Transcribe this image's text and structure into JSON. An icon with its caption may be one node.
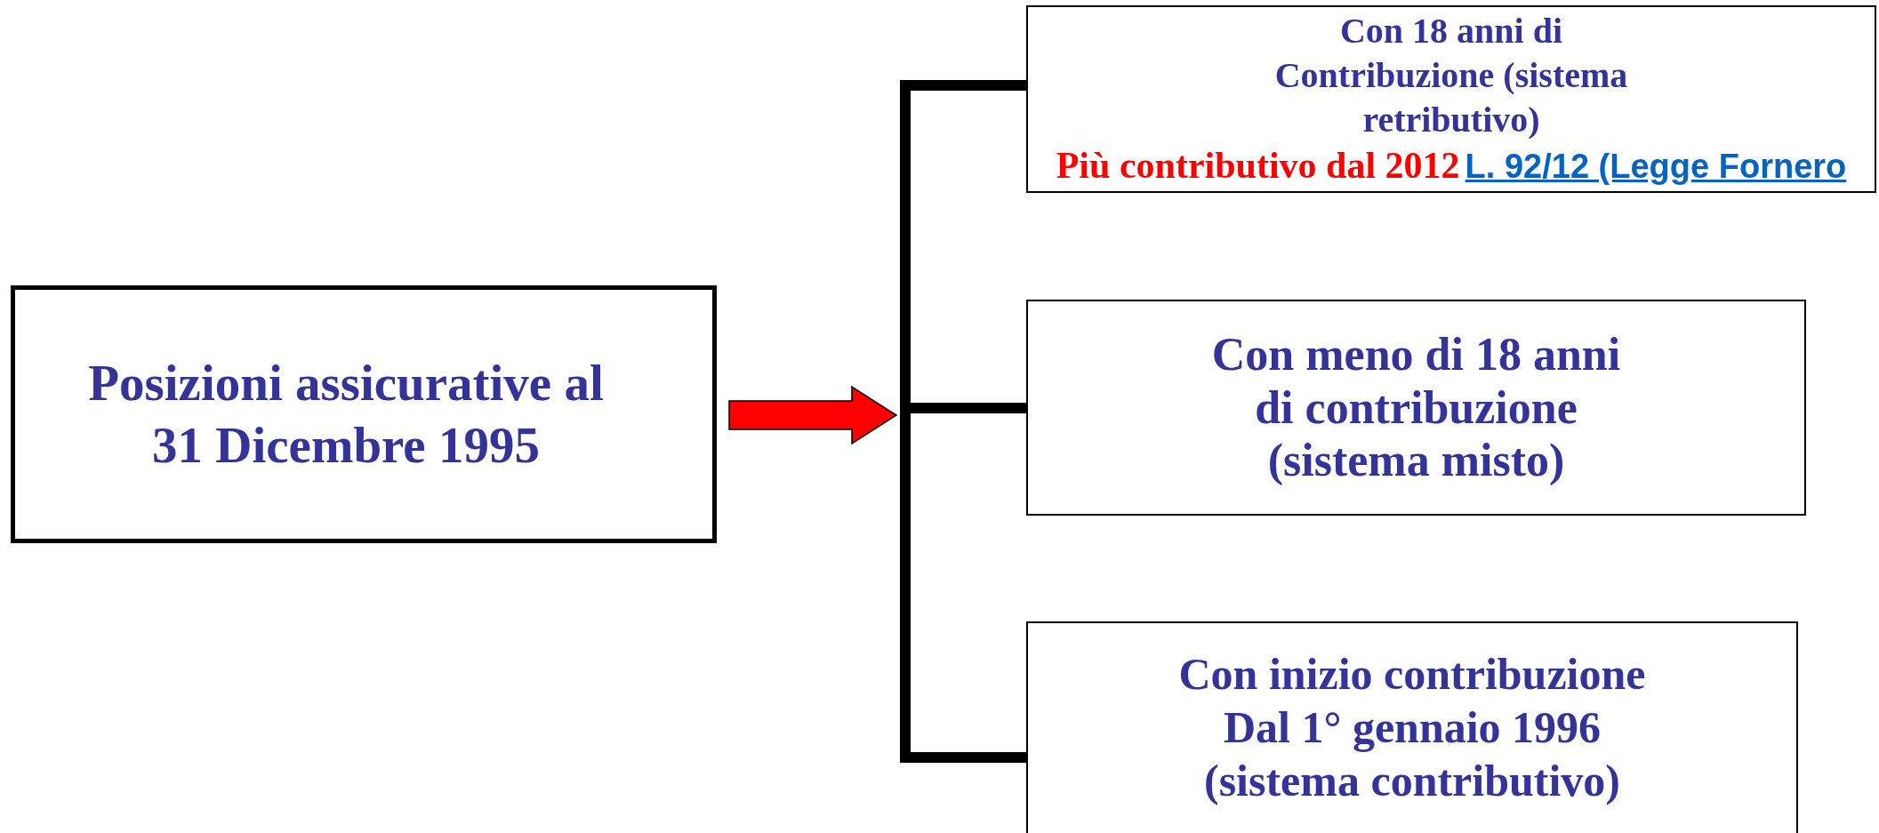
{
  "diagram": {
    "nodes": [
      {
        "text": [
          "Posizioni assicurative al 31 Dicembre 1995"
        ]
      },
      {
        "text": [],
        "shape": "bar"
      },
      {
        "text": [
          "Con 18 anni di Contribuzione (sistema retributivo)",
          "Più contributivo dal 2012",
          "L. 92/12 (Legge Fornero"
        ]
      },
      {
        "text": [
          "Con meno di 18 anni di contribuzione (sistema misto)"
        ]
      },
      {
        "text": [
          "Con inizio contribuzione Dal 1° gennaio 1996 (sistema contributivo)"
        ]
      }
    ],
    "edges": [
      {
        "from": 0,
        "to": 1,
        "arrow": "to",
        "style": "thick",
        "color": "#ff0000"
      },
      {
        "from": 1,
        "to": 2,
        "arrow": "none"
      },
      {
        "from": 1,
        "to": 3,
        "arrow": "none"
      },
      {
        "from": 1,
        "to": 4,
        "arrow": "none"
      }
    ]
  }
}
